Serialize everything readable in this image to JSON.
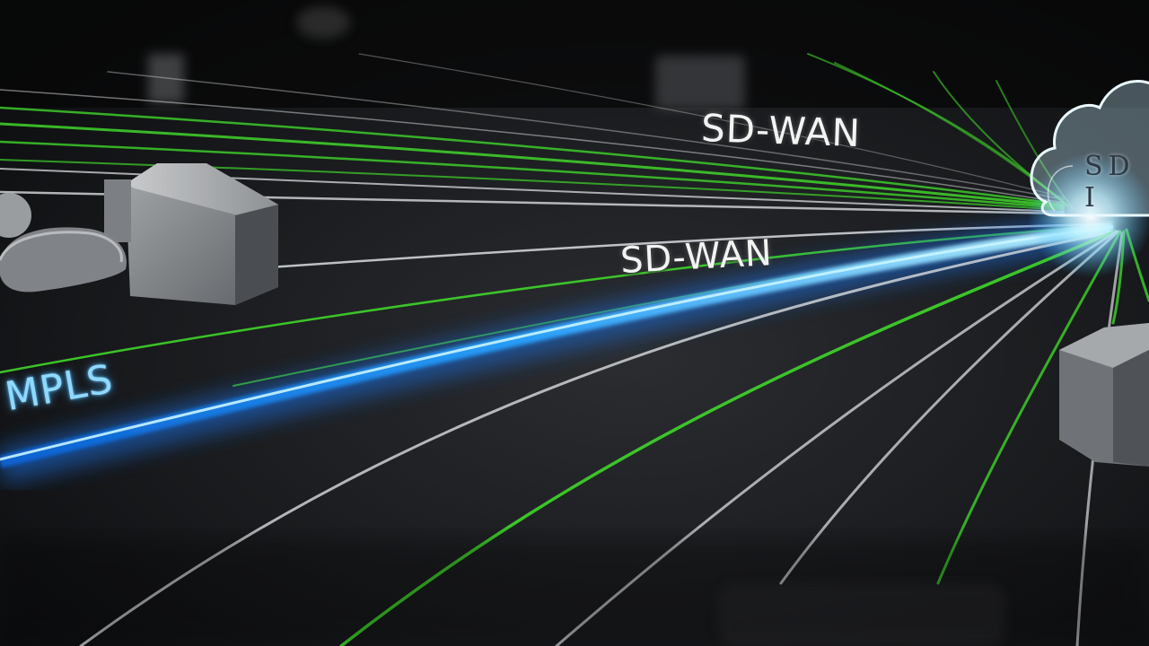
{
  "labels": {
    "sd_wan_top": "SD-WAN",
    "sd_wan_middle": "SD-WAN",
    "mpls": "MPLS",
    "cloud_glyphs": "SD I"
  },
  "colors": {
    "background": "#0b0c0e",
    "green_link": "#3fd62a",
    "white_link": "#d9dde0",
    "mpls_link": "#2ea8ff",
    "device_gray": "#8a8d90"
  },
  "icons": [
    "cloud-icon",
    "branch-building-icon",
    "router-device-icon"
  ]
}
